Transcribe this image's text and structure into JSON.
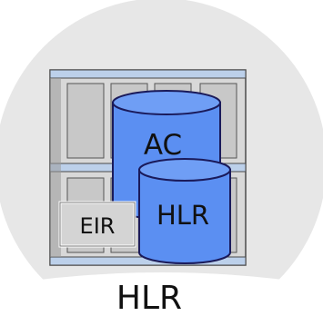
{
  "labels": {
    "ac": "AC",
    "hlr_db": "HLR",
    "eir": "EIR",
    "caption": "HLR"
  },
  "colors": {
    "background_circle": "#e7e7e7",
    "cabinet_frame": "#d8d8d8",
    "cabinet_bar": "#bcd0ea",
    "cylinder_fill": "#5b8ff2",
    "cylinder_top": "#6f9ef5",
    "cylinder_stroke": "#1a1a5a",
    "eir_box": "#d4d4d4"
  }
}
